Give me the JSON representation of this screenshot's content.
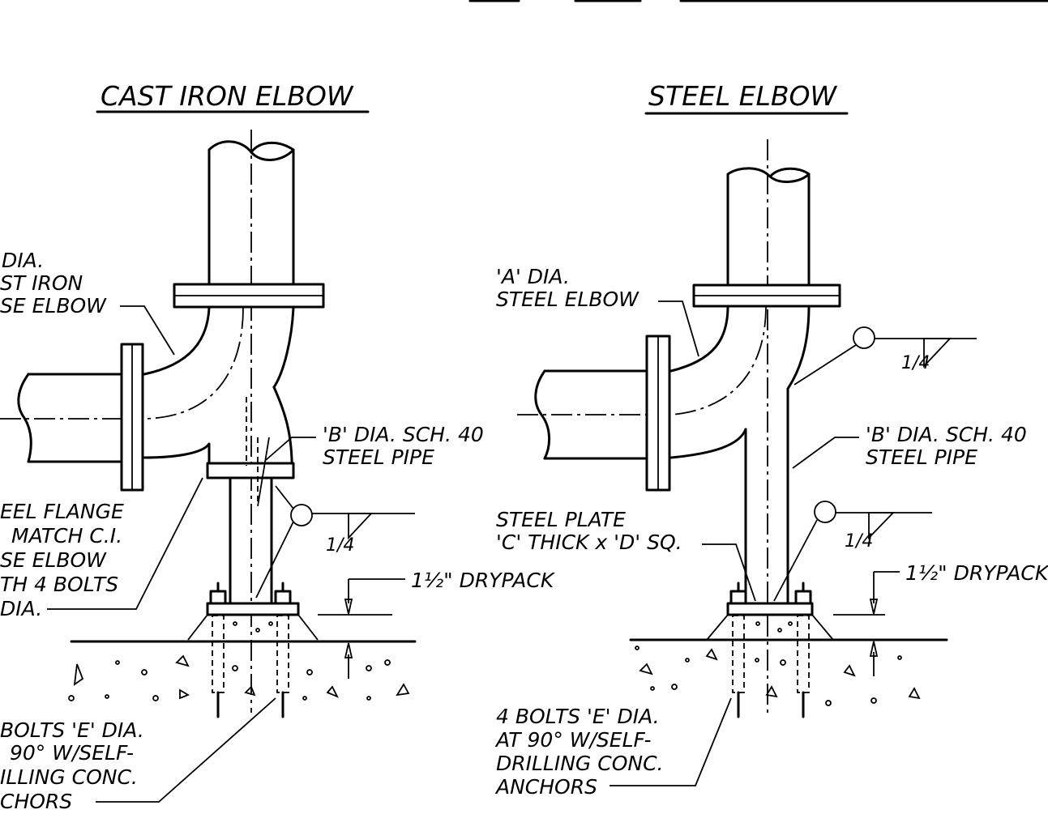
{
  "left_detail": {
    "title": "CAST IRON ELBOW",
    "elbow_label": [
      "DIA.",
      "ST IRON",
      "SE ELBOW"
    ],
    "pipe_label": [
      "'B' DIA. SCH. 40",
      "STEEL PIPE"
    ],
    "flange_label": [
      "EEL FLANGE",
      "MATCH C.I.",
      "SE ELBOW",
      "TH 4 BOLTS",
      "DIA."
    ],
    "weld_size": "1/4",
    "drypack_label": "1½\" DRYPACK",
    "bolts_label": [
      "BOLTS 'E' DIA.",
      "90° W/SELF-",
      "ILLING CONC.",
      "CHORS"
    ]
  },
  "right_detail": {
    "title": "STEEL ELBOW",
    "elbow_label": [
      "'A' DIA.",
      "STEEL ELBOW"
    ],
    "weld_size_top": "1/4",
    "pipe_label": [
      "'B' DIA. SCH. 40",
      "STEEL PIPE"
    ],
    "plate_label": [
      "STEEL PLATE",
      "'C' THICK x 'D' SQ."
    ],
    "weld_size_bottom": "1/4",
    "drypack_label": "1½\" DRYPACK",
    "bolts_label": [
      "4 BOLTS 'E' DIA.",
      "AT 90° W/SELF-",
      "DRILLING CONC.",
      "ANCHORS"
    ]
  }
}
